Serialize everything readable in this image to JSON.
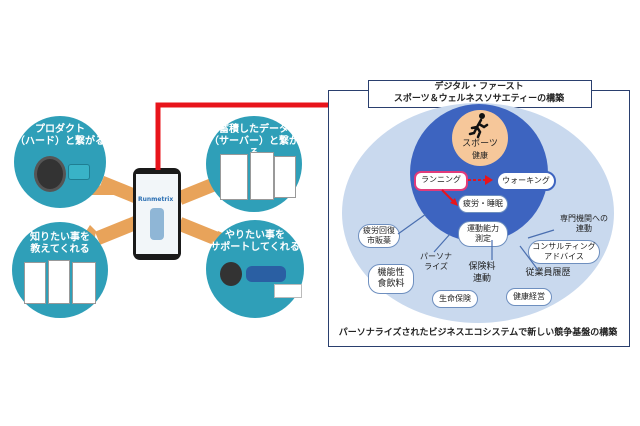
{
  "colors": {
    "teal": "#2f9fb8",
    "orange": "#e8a35a",
    "red_arrow": "#e8141b",
    "light_blue": "#c9d9ee",
    "mid_blue": "#3d64c0",
    "orange_circle": "#f6c79a",
    "pink_box": "#e23b7a"
  },
  "left": {
    "product": {
      "title_1": "プロダクト",
      "title_2": "（ハード）と繋がる"
    },
    "knowledge": {
      "title_1": "知りたい事を",
      "title_2": "教えてくれる"
    },
    "data": {
      "title_1": "蓄積したデータ",
      "title_2": "（サーバー）と繋がる"
    },
    "support": {
      "title_1": "やりたい事を",
      "title_2": "サポートしてくれる"
    },
    "phone_brand": "Runmetrix"
  },
  "panel": {
    "header_1": "デジタル・ファースト",
    "header_2": "スポーツ＆ウェルネスソサエティーの構築",
    "sports_1": "スポーツ",
    "sports_2": "健康",
    "running": "ランニング",
    "walking": "ウォーキング",
    "fatigue": "疲労・睡眠",
    "exercise_1": "運動能力",
    "exercise_2": "測定",
    "recovery_1": "疲労回復",
    "recovery_2": "市販薬",
    "personalize_1": "パーソナ",
    "personalize_2": "ライズ",
    "specialist_1": "専門機関への",
    "specialist_2": "連動",
    "consulting_1": "コンサルティング",
    "consulting_2": "アドバイス",
    "functional_1": "機能性",
    "functional_2": "食飲料",
    "insurance_1": "保険料",
    "insurance_2": "連動",
    "employee": "従業員履歴",
    "life_insurance": "生命保険",
    "health_mgmt": "健康経営",
    "footer": "パーソナライズされたビジネスエコシステムで新しい競争基盤の構築"
  }
}
